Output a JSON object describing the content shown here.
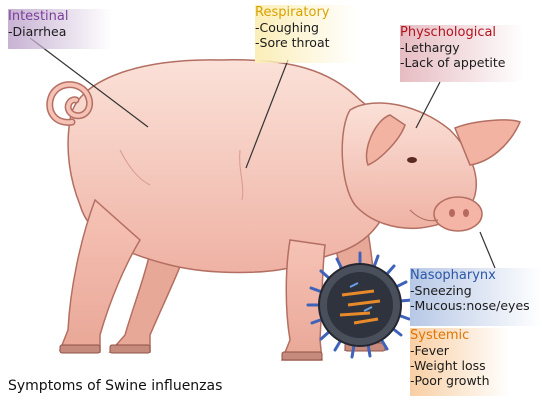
{
  "caption": "Symptoms of Swine influenzas",
  "colors": {
    "intestinal_bg": "#c7b2d3",
    "intestinal_head": "#7a3f9a",
    "respiratory_bg": "#fbeeb8",
    "respiratory_head": "#d8a300",
    "psych_bg": "#e6bcc2",
    "psych_head": "#b3121f",
    "naso_bg": "#b7c8e6",
    "naso_head": "#2c56a6",
    "systemic_bg": "#f8cfa4",
    "systemic_head": "#e07400",
    "pig_body": "#f8c9bd",
    "pig_outline": "#b36f62",
    "virus_core": "#3b3f4a",
    "virus_spikes": "#3f63b8"
  },
  "groups": {
    "intestinal": {
      "title": "Intestinal",
      "items": [
        "-Diarrhea"
      ]
    },
    "respiratory": {
      "title": "Respiratory",
      "items": [
        "-Coughing",
        "-Sore throat"
      ]
    },
    "psychological": {
      "title": "Physchological",
      "items": [
        "-Lethargy",
        "-Lack of appetite"
      ]
    },
    "nasopharynx": {
      "title": "Nasopharynx",
      "items": [
        "-Sneezing",
        "-Mucous:nose/eyes"
      ]
    },
    "systemic": {
      "title": "Systemic",
      "items": [
        "-Fever",
        "-Weight loss",
        "-Poor growth"
      ]
    }
  },
  "icons": {
    "pig": "pig-illustration",
    "virus": "influenza-virus-icon"
  }
}
